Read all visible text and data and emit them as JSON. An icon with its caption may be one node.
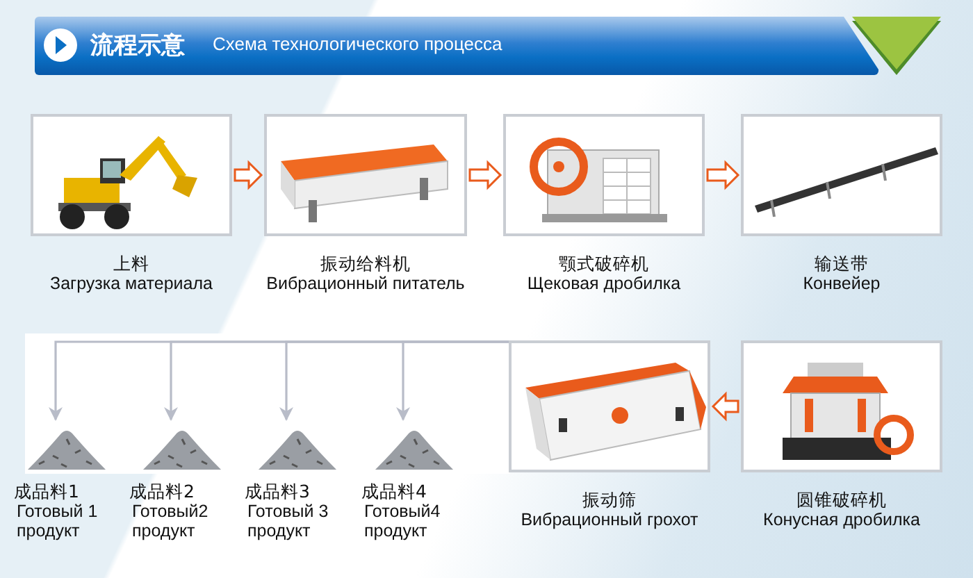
{
  "diagram": {
    "title": "流程示意",
    "labels": [
      "Схема технологического процесса"
    ],
    "nodes": [
      {
        "text": [
          "上料",
          "Загрузка материала"
        ]
      },
      {
        "text": [
          "振动给料机",
          "Вибрационный питатель"
        ]
      },
      {
        "text": [
          "颚式破碎机",
          "Щековая дробилка"
        ]
      },
      {
        "text": [
          "输送带",
          "Конвейер"
        ]
      },
      {
        "text": [
          "成品料1",
          "Готовый 1 продукт"
        ]
      },
      {
        "text": [
          "成品料2",
          "Готовый2 продукт"
        ]
      },
      {
        "text": [
          "成品料3",
          "Готовый 3 продукт"
        ]
      },
      {
        "text": [
          "成品料4",
          "Готовый4 продукт"
        ]
      },
      {
        "text": [
          "振动筛",
          "Вибрационный грохот"
        ]
      },
      {
        "text": [
          "圆锥破碎机",
          "Конусная дробилка"
        ]
      }
    ],
    "edges": [
      {
        "from": 0,
        "to": 1,
        "arrow": "to"
      },
      {
        "from": 1,
        "to": 2,
        "arrow": "to"
      },
      {
        "from": 2,
        "to": 3,
        "arrow": "to"
      },
      {
        "from": 9,
        "to": 8,
        "arrow": "to"
      },
      {
        "from": 8,
        "to": 4,
        "arrow": "to"
      },
      {
        "from": 8,
        "to": 5,
        "arrow": "to"
      },
      {
        "from": 8,
        "to": 6,
        "arrow": "to"
      },
      {
        "from": 8,
        "to": 7,
        "arrow": "to"
      }
    ]
  }
}
